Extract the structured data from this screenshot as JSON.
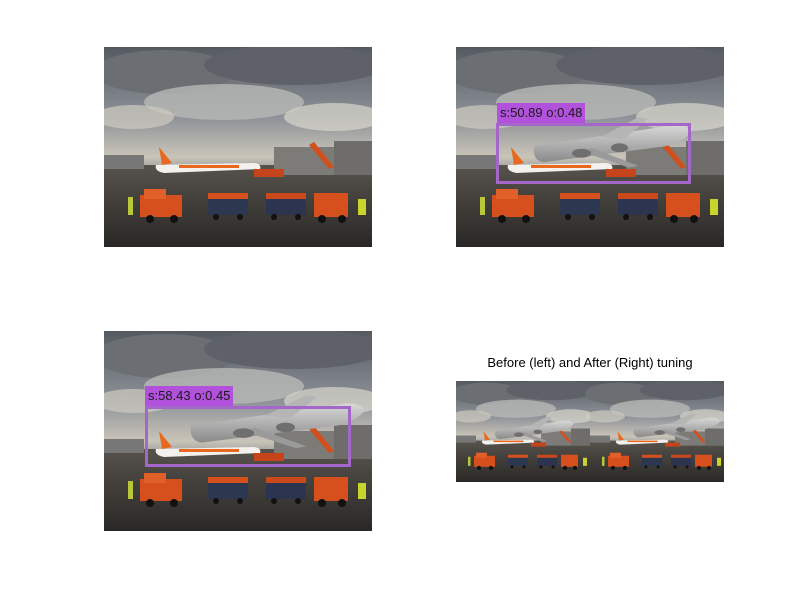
{
  "panels": {
    "original": {
      "image": "airport-apron-photo"
    },
    "detection_1": {
      "image": "airport-apron-photo-with-inserted-plane",
      "label": "s:50.89 o:0.48"
    },
    "detection_2": {
      "image": "airport-apron-photo-with-inserted-plane",
      "label": "s:58.43 o:0.45"
    },
    "comparison": {
      "title": "Before (left) and After (Right) tuning",
      "image": "side-by-side-before-after-composites"
    }
  },
  "colors": {
    "box_border": "#a467c9",
    "label_background": "#b252dc",
    "sky": "#8f959c",
    "tarmac": "#3c3a38",
    "easyjet_orange": "#e8691d"
  }
}
